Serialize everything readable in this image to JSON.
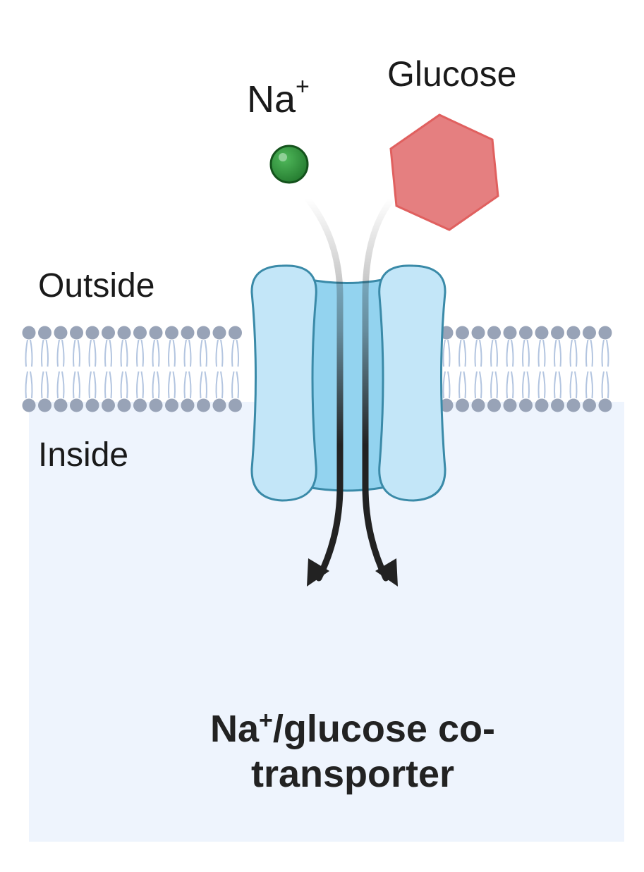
{
  "labels": {
    "outside": "Outside",
    "inside": "Inside",
    "glucose": "Glucose",
    "sodium_symbol": "Na",
    "sodium_charge": "+"
  },
  "caption": {
    "symbol": "Na",
    "charge": "+",
    "line1_rest": "/glucose co-",
    "line2": "transporter"
  },
  "colors": {
    "inside_fill": "#eef4fd",
    "lipid_head": "#98a3b7",
    "lipid_tail": "#b3c5e0",
    "protein_fill": "#c3e6f8",
    "protein_channel": "#93d3ef",
    "protein_stroke": "#3a8aa8",
    "sodium": "#2e8b3a",
    "glucose": "#e57f80",
    "arrow": "#222222"
  },
  "icons": {
    "sodium_ion": "sphere-icon",
    "glucose_molecule": "hexagon-icon",
    "transporter": "membrane-protein-icon"
  }
}
